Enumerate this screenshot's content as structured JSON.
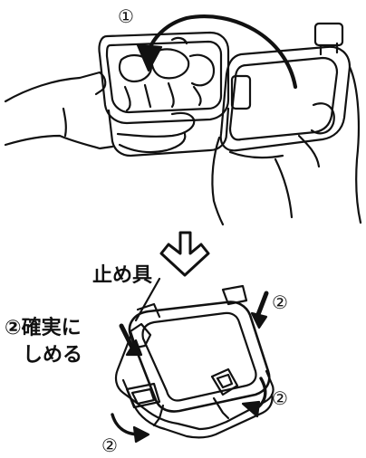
{
  "steps": {
    "step1_marker": "①",
    "step2_marker": "②"
  },
  "labels": {
    "clasp": "止め具",
    "instruction_line1": "②確実に",
    "instruction_line2": "しめる"
  },
  "colors": {
    "line": "#111111",
    "background": "#ffffff"
  }
}
